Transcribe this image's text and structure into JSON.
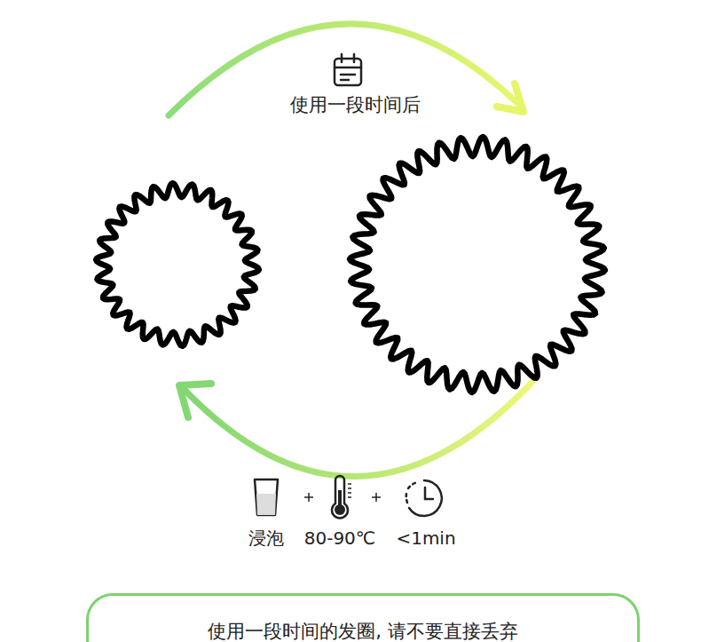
{
  "diagram": {
    "nodes": [
      {
        "text": [
          "使用一段时间的发圈, 请不要直接丢弃"
        ]
      }
    ],
    "labels": [
      "使用一段时间后",
      "浸泡",
      "80-90℃",
      "<1min"
    ]
  }
}
